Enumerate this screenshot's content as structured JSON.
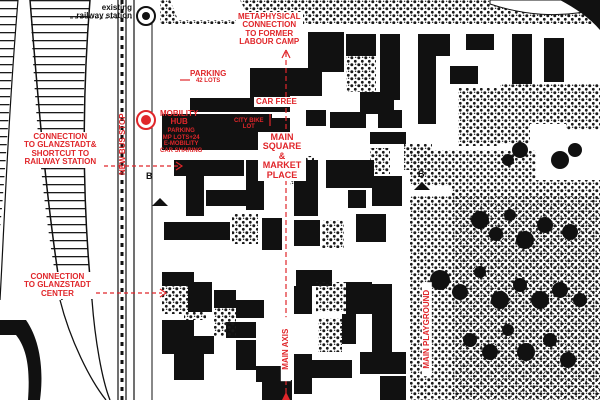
{
  "colors": {
    "annotation": "#e0262a",
    "building": "#111111",
    "background": "#ffffff",
    "dot": "#1a1a1a"
  },
  "labels": {
    "existing_railway_station": [
      "existing",
      "railway station"
    ],
    "metaphysical": [
      "METAPHYSICAL",
      "CONNECTION",
      "TO FORMER",
      "LABOUR CAMP"
    ],
    "parking": [
      "PARKING",
      "42 LOTS"
    ],
    "car_free": "CAR FREE",
    "mobility_hub": [
      "MOBILITY",
      "HUB"
    ],
    "mobility_details": [
      "PARKING",
      "MP LOTS+24",
      "E-MOBILITY",
      "CAR SHARING"
    ],
    "city_bike": [
      "CITY BIKE",
      "LOT"
    ],
    "main_square": [
      "MAIN",
      "SQUARE",
      "&",
      "MARKET",
      "PLACE"
    ],
    "new_bus_stop": "NEW BUS STOP",
    "glanzstadt_shortcut": [
      "CONNECTION",
      "TO GLANZSTADT&",
      "SHORTCUT TO",
      "RAILWAY STATION"
    ],
    "glanzstadt_center": [
      "CONNECTION",
      "TO GLANZSTADT",
      "CENTER"
    ],
    "main_axis": "MAIN AXIS",
    "main_playground": "MAIN PLAYGROUND",
    "section_b_left": "B",
    "section_b_right": "B"
  }
}
